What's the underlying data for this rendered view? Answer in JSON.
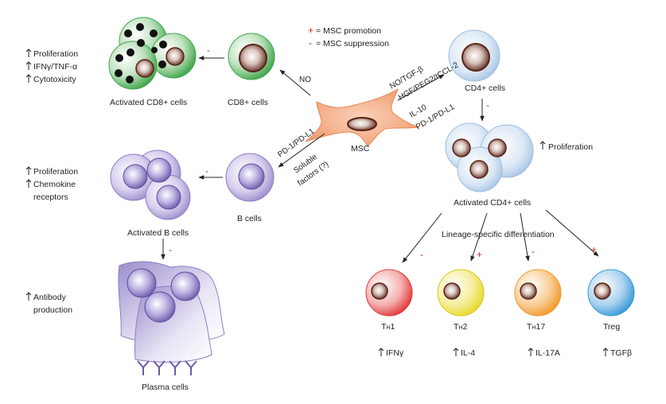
{
  "legend": {
    "plus_symbol": "+",
    "plus_text": "= MSC promotion",
    "minus_symbol": "-",
    "minus_text": "= MSC suppression"
  },
  "msc": {
    "label": "MSC"
  },
  "cd8": {
    "label": "CD8+ cells",
    "activated_label": "Activated CD8+ cells",
    "factor": "NO",
    "sign": "-",
    "effects": [
      "Proliferation",
      "IFNγ/TNF-α",
      "Cytotoxicity"
    ]
  },
  "cd4": {
    "label": "CD4+ cells",
    "activated_label": "Activated CD4+ cells",
    "factor_line1": "NO/TGF-β",
    "factor_line2": "HGF/PEG2/tCCL-2",
    "factor_line3": "IL-10",
    "factor_line4": "PD-1/PD-L1",
    "sign": "-",
    "effect": "Proliferation",
    "differentiation": "Lineage-specific differentiation"
  },
  "bcell": {
    "label": "B cells",
    "activated_label": "Activated B cells",
    "plasma_label": "Plasma cells",
    "factor_line1": "PD-1/PD-L1",
    "factor_line2": "Soluble",
    "factor_line3": "factors (?)",
    "sign": "-",
    "plasma_sign": "-",
    "effects": [
      "Proliferation",
      "Chemokine",
      "receptors"
    ],
    "plasma_effects": [
      "Antibody",
      "production"
    ]
  },
  "subsets": [
    {
      "name": "TH1",
      "main": "T",
      "sub": "H",
      "num": "1",
      "sign": "-",
      "marker": "IFNγ",
      "color": "#e23b3b"
    },
    {
      "name": "TH2",
      "main": "T",
      "sub": "H",
      "num": "2",
      "sign": "+",
      "marker": "IL-4",
      "color": "#e8d92a"
    },
    {
      "name": "TH17",
      "main": "T",
      "sub": "H",
      "num": "17",
      "sign": "-",
      "marker": "IL-17A",
      "color": "#f29a2e"
    },
    {
      "name": "Treg",
      "main": "Treg",
      "sub": "",
      "num": "",
      "sign": "+",
      "marker": "TGFβ",
      "color": "#3b9ad6"
    }
  ],
  "colors": {
    "cd8_green": "#3fa64a",
    "cd4_blue": "#b5cfe8",
    "bcell_purple": "#8f7fc4",
    "msc_orange": "#f4a57c",
    "nucleus_brown": "#6b2f22",
    "sign_red": "#d42020"
  }
}
